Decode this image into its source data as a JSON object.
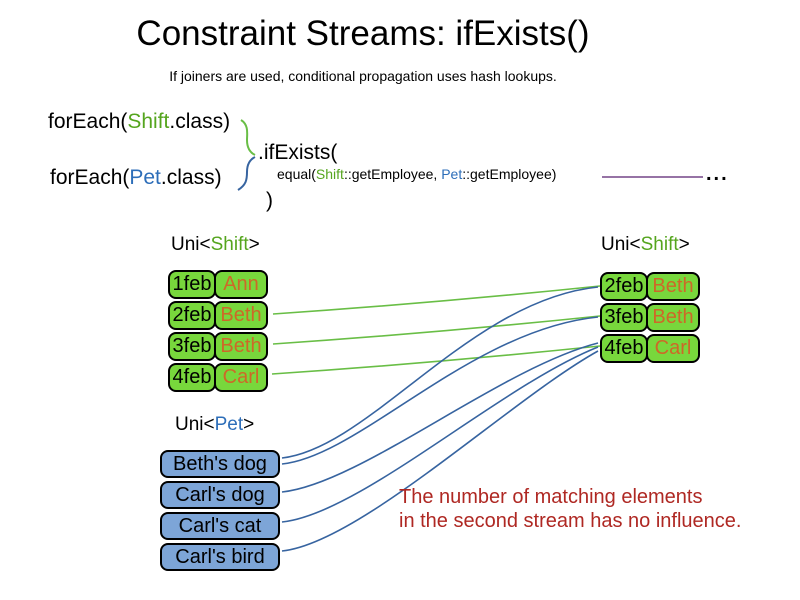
{
  "slide": {
    "title": "Constraint Streams: ifExists()",
    "subtitle": "If joiners are used, conditional propagation uses hash lookups."
  },
  "code": {
    "foreach_shift": {
      "pre": "forEach(",
      "type": "Shift",
      "post": ".class)"
    },
    "foreach_pet": {
      "pre": "forEach(",
      "type": "Pet",
      "post": ".class)"
    },
    "ifexists": ".ifExists(",
    "equal": {
      "pre": "equal(",
      "type1": "Shift",
      "mid": "::getEmployee, ",
      "type2": "Pet",
      "post": "::getEmployee)"
    },
    "close_paren": ")",
    "ellipsis": "..."
  },
  "left_shift_table": {
    "label": {
      "pre": "Uni<",
      "type": "Shift",
      "post": ">"
    },
    "rows": [
      {
        "date": "1feb",
        "name": "Ann"
      },
      {
        "date": "2feb",
        "name": "Beth"
      },
      {
        "date": "3feb",
        "name": "Beth"
      },
      {
        "date": "4feb",
        "name": "Carl"
      }
    ]
  },
  "right_shift_table": {
    "label": {
      "pre": "Uni<",
      "type": "Shift",
      "post": ">"
    },
    "rows": [
      {
        "date": "2feb",
        "name": "Beth"
      },
      {
        "date": "3feb",
        "name": "Beth"
      },
      {
        "date": "4feb",
        "name": "Carl"
      }
    ]
  },
  "pet_list": {
    "label": {
      "pre": "Uni<",
      "type": "Pet",
      "post": ">"
    },
    "items": [
      {
        "name": "Beth's dog"
      },
      {
        "name": "Carl's dog"
      },
      {
        "name": "Carl's cat"
      },
      {
        "name": "Carl's bird"
      }
    ]
  },
  "note": {
    "line1": "The number of matching elements",
    "line2": "in the second stream has no influence."
  },
  "colors": {
    "shift_type_text": "#55A51E",
    "pet_type_text": "#2D6EB9",
    "shift_cell_fill": "#78D73C",
    "shift_name_text": "#CD6928",
    "pet_cell_fill": "#7DA5D7",
    "note_text": "#AF2823",
    "green_link": "#69BE46",
    "blue_link": "#3764A0",
    "purple_link": "#9673A5"
  }
}
